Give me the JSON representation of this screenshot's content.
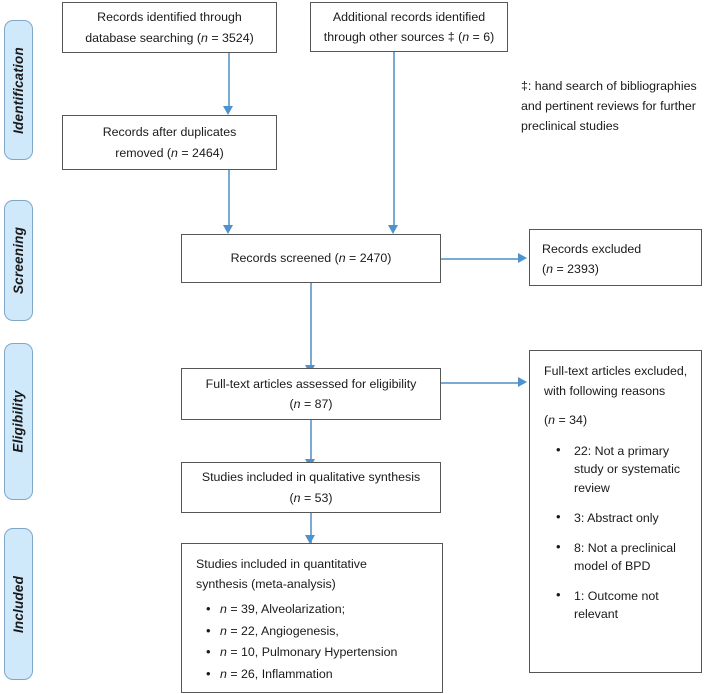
{
  "phases": [
    {
      "label": "Identification"
    },
    {
      "label": "Screening"
    },
    {
      "label": "Eligibility"
    },
    {
      "label": "Included"
    }
  ],
  "boxes": {
    "records_identified": {
      "line1": "Records identified through",
      "line2_pre": "database searching (",
      "line2_n": "n",
      "line2_post": " = 3524)"
    },
    "additional_records": {
      "line1": "Additional records identified",
      "line2_pre": "through other sources ‡ (",
      "line2_n": "n",
      "line2_post": " = 6)"
    },
    "after_duplicates": {
      "line1": "Records after duplicates",
      "line2_pre": "removed (",
      "line2_n": "n",
      "line2_post": " = 2464)"
    },
    "records_screened": {
      "line1_pre": "Records screened (",
      "line1_n": "n",
      "line1_post": " = 2470)"
    },
    "records_excluded": {
      "line1": "Records excluded",
      "line2_pre": "(",
      "line2_n": "n",
      "line2_post": " = 2393)"
    },
    "fulltext_assessed": {
      "line1": "Full-text articles assessed for eligibility",
      "line2_pre": "(",
      "line2_n": "n",
      "line2_post": " = 87)"
    },
    "fulltext_excluded": {
      "line1": "Full-text articles excluded,",
      "line2": "with following reasons",
      "line3_pre": "(",
      "line3_n": "n",
      "line3_post": " = 34)",
      "reasons": [
        "22: Not a primary study or systematic review",
        "3: Abstract only",
        "8: Not a preclinical model of BPD",
        "1: Outcome not relevant"
      ]
    },
    "qualitative": {
      "line1": "Studies included in qualitative synthesis",
      "line2_pre": "(",
      "line2_n": "n",
      "line2_post": " = 53)"
    },
    "quantitative": {
      "line1": "Studies included in quantitative",
      "line2": "synthesis (meta-analysis)",
      "outcomes": [
        {
          "n": "n",
          "text": " = 39, Alveolarization;"
        },
        {
          "n": "n",
          "text": " = 22, Angiogenesis,"
        },
        {
          "n": "n",
          "text": " = 10, Pulmonary Hypertension"
        },
        {
          "n": "n",
          "text": " = 26, Inflammation"
        }
      ]
    }
  },
  "footnote": {
    "line1": "‡: hand search of bibliographies",
    "line2": "and pertinent reviews for further",
    "line3": "preclinical studies"
  },
  "colors": {
    "phase_fill": "#cfe8fa",
    "phase_border": "#7fa8c9",
    "box_border": "#575757",
    "connector": "#7aa9d2",
    "arrow_head": "#4e93cd",
    "text": "#1a1a1a"
  }
}
